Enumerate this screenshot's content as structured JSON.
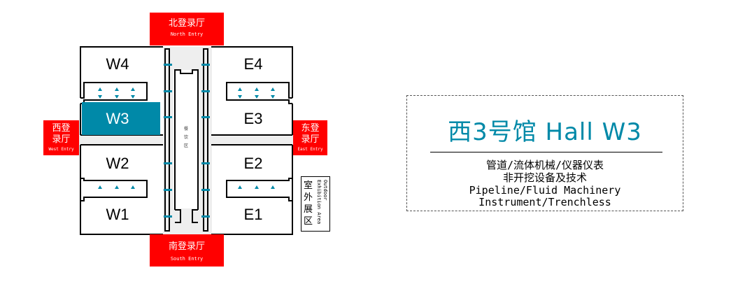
{
  "entries": {
    "north": {
      "cn": "北登录厅",
      "en": "North Entry"
    },
    "south": {
      "cn": "南登录厅",
      "en": "South Entry"
    },
    "west": {
      "cn1": "西登",
      "cn2": "录厅",
      "en": "West Entry"
    },
    "east": {
      "cn1": "东登",
      "cn2": "录厅",
      "en": "East Entry"
    }
  },
  "halls": {
    "W4": "W4",
    "W3": "W3",
    "W2": "W2",
    "W1": "W1",
    "E4": "E4",
    "E3": "E3",
    "E2": "E2",
    "E1": "E1"
  },
  "dining": {
    "c1": "餐",
    "c2": "饮",
    "c3": "区"
  },
  "outdoor": {
    "cn": "室外展区",
    "en": "Outdoor Exhibition Area"
  },
  "info": {
    "title": "西3号馆 Hall W3",
    "line1": "管道/流体机械/仪器仪表",
    "line2": "非开挖设备及技术",
    "line3": "Pipeline/Fluid Machinery",
    "line4": "Instrument/Trenchless"
  },
  "colors": {
    "highlight": "#0089a8",
    "entry": "#ff0000",
    "corridor": "#eeeeee"
  }
}
